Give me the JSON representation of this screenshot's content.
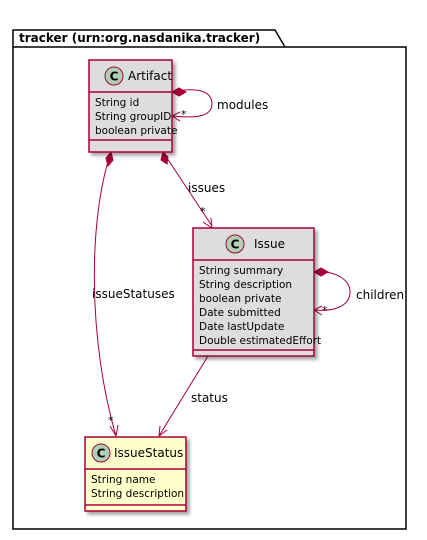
{
  "package": {
    "title": "tracker (urn:org.nasdanika.tracker)"
  },
  "classes": {
    "artifact": {
      "name": "Artifact",
      "stereotype": "C",
      "attributes": [
        "String id",
        "String groupID",
        "boolean private"
      ]
    },
    "issue": {
      "name": "Issue",
      "stereotype": "C",
      "attributes": [
        "String summary",
        "String description",
        "boolean private",
        "Date submitted",
        "Date lastUpdate",
        "Double estimatedEffort"
      ]
    },
    "issue_status": {
      "name": "IssueStatus",
      "stereotype": "C",
      "attributes": [
        "String name",
        "String description"
      ]
    }
  },
  "relations": {
    "modules": {
      "label": "modules",
      "multiplicity": "*"
    },
    "issues": {
      "label": "issues",
      "multiplicity": "*"
    },
    "issue_statuses": {
      "label": "issueStatuses",
      "multiplicity": "*"
    },
    "children": {
      "label": "children",
      "multiplicity": "*"
    },
    "status": {
      "label": "status"
    }
  },
  "colors": {
    "class_fill": "#dddddd",
    "class_fill_light": "#ffffcc",
    "border": "#a80036",
    "circle": "#add1b2"
  }
}
